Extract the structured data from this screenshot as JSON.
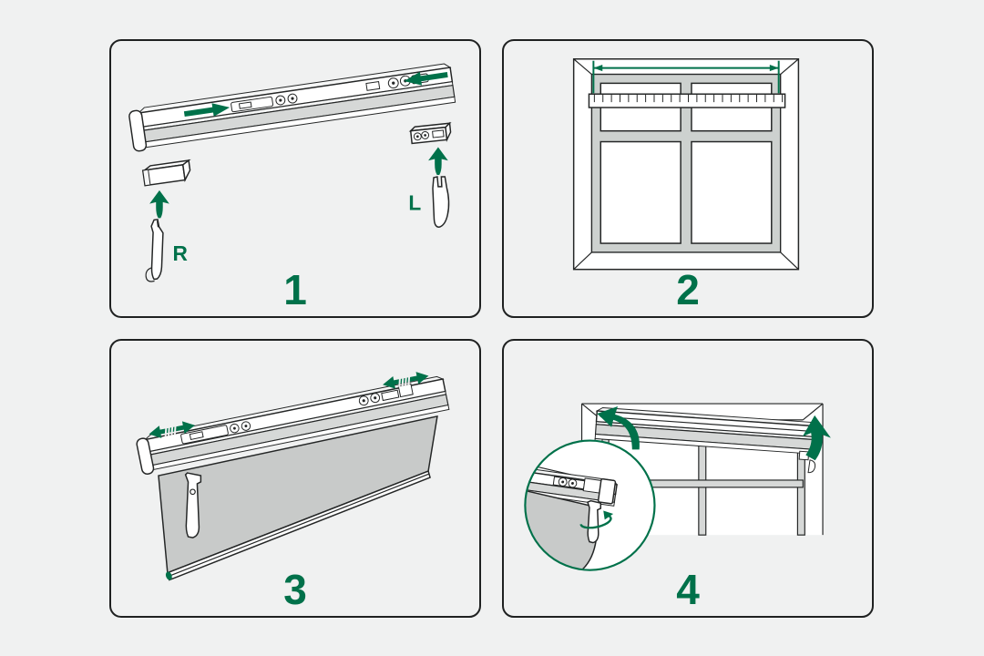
{
  "colors": {
    "background": "#f0f1f1",
    "panel_border": "#1f2121",
    "accent_green": "#00714a",
    "outline": "#242626",
    "fascia_gray": "#d6d8d7",
    "fabric_gray": "#c8cac9",
    "sash_gray": "#cdd1cf"
  },
  "panels": [
    {
      "number": "1",
      "part_labels": {
        "right": "R",
        "left": "L"
      },
      "icons": [
        "slide-right-arrow-icon",
        "slide-left-arrow-icon",
        "insert-up-arrow-icon",
        "insert-up-arrow-icon"
      ]
    },
    {
      "number": "2",
      "icons": [
        "width-dimension-arrow-icon",
        "measuring-tape-icon"
      ]
    },
    {
      "number": "3",
      "icons": [
        "adjust-width-arrow-icon",
        "adjust-width-arrow-icon"
      ]
    },
    {
      "number": "4",
      "icons": [
        "tilt-in-arrow-icon",
        "push-up-arrow-icon",
        "rotate-arrow-icon",
        "magnifier-circle-icon"
      ]
    }
  ]
}
